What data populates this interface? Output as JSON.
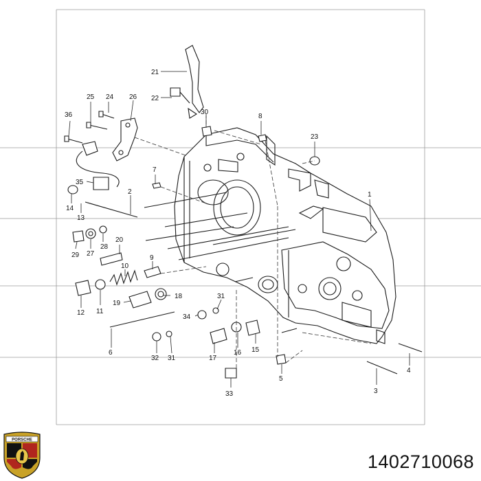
{
  "part_number": "1402710068",
  "brand": {
    "crest_text": "PORSCHE",
    "colors": {
      "gold": "#c9a227",
      "red": "#b0261e",
      "black": "#111111"
    }
  },
  "callouts": [
    {
      "id": "1",
      "label": "1"
    },
    {
      "id": "2",
      "label": "2"
    },
    {
      "id": "3",
      "label": "3"
    },
    {
      "id": "4",
      "label": "4"
    },
    {
      "id": "5",
      "label": "5"
    },
    {
      "id": "6",
      "label": "6"
    },
    {
      "id": "7",
      "label": "7"
    },
    {
      "id": "8",
      "label": "8"
    },
    {
      "id": "9",
      "label": "9"
    },
    {
      "id": "10",
      "label": "10"
    },
    {
      "id": "11",
      "label": "11"
    },
    {
      "id": "12",
      "label": "12"
    },
    {
      "id": "13",
      "label": "13"
    },
    {
      "id": "14",
      "label": "14"
    },
    {
      "id": "15",
      "label": "15"
    },
    {
      "id": "16",
      "label": "16"
    },
    {
      "id": "17",
      "label": "17"
    },
    {
      "id": "18",
      "label": "18"
    },
    {
      "id": "19",
      "label": "19"
    },
    {
      "id": "20",
      "label": "20"
    },
    {
      "id": "21",
      "label": "21"
    },
    {
      "id": "22",
      "label": "22"
    },
    {
      "id": "23",
      "label": "23"
    },
    {
      "id": "24",
      "label": "24"
    },
    {
      "id": "25",
      "label": "25"
    },
    {
      "id": "26",
      "label": "26"
    },
    {
      "id": "27",
      "label": "27"
    },
    {
      "id": "28",
      "label": "28"
    },
    {
      "id": "29",
      "label": "29"
    },
    {
      "id": "30",
      "label": "30"
    },
    {
      "id": "31a",
      "label": "31"
    },
    {
      "id": "31b",
      "label": "31"
    },
    {
      "id": "32",
      "label": "32"
    },
    {
      "id": "33",
      "label": "33"
    },
    {
      "id": "34",
      "label": "34"
    },
    {
      "id": "35",
      "label": "35"
    },
    {
      "id": "36",
      "label": "36"
    }
  ]
}
